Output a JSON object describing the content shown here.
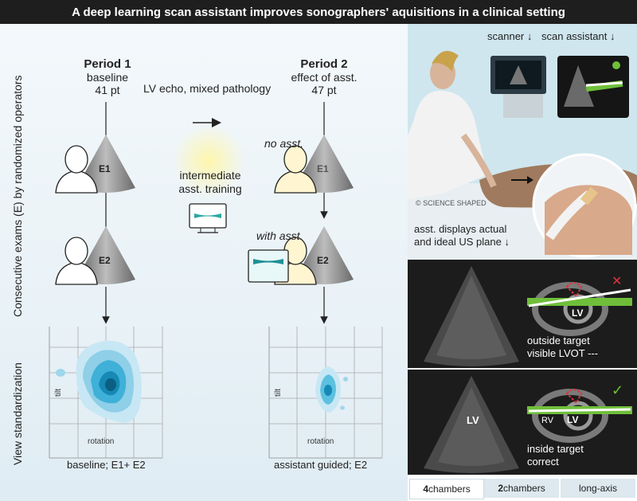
{
  "title": "A deep learning scan assistant improves sonographers' aquisitions in a clinical setting",
  "left_axis_top": "Consecutive exams (E) by randomized operators",
  "left_axis_bottom": "View standardization",
  "period1": {
    "title": "Period 1",
    "line2": "baseline",
    "line3": "41 pt"
  },
  "period2": {
    "title": "Period 2",
    "line2": "effect of asst.",
    "line3": "47 pt"
  },
  "center_label": "LV echo, mixed pathology",
  "training": {
    "line1": "intermediate",
    "line2": "asst. training"
  },
  "no_asst": "no asst.",
  "with_asst": "with asst.",
  "exam_labels": {
    "e1": "E1",
    "e2": "E2"
  },
  "plot_axis": {
    "x": "rotation",
    "y": "tilt"
  },
  "caption_left": "baseline; E1+ E2",
  "caption_right": "assistant guided; E2",
  "photo": {
    "scanner_label": "scanner ↓",
    "assistant_label": "scan assistant ↓",
    "watermark": "© SCIENCE SHAPED",
    "caption_line1": "asst. displays actual",
    "caption_line2": "and ideal US plane ↓"
  },
  "panel_top": {
    "lv": "LV",
    "line1": "outside target",
    "line2": "visible LVOT ---",
    "status": "✕"
  },
  "panel_bottom": {
    "lv": "LV",
    "rv": "RV",
    "us_lv": "LV",
    "line1": "inside target",
    "line2": "correct",
    "status": "✓"
  },
  "tabs": [
    {
      "bold": "4",
      "rest": " chambers"
    },
    {
      "bold": "2",
      "rest": " chambers"
    },
    {
      "bold": "",
      "rest": "long-axis"
    }
  ],
  "colors": {
    "accent_green": "#6fbf3a",
    "error_red": "#e0323a",
    "density_blue": "#1aa3c8"
  }
}
